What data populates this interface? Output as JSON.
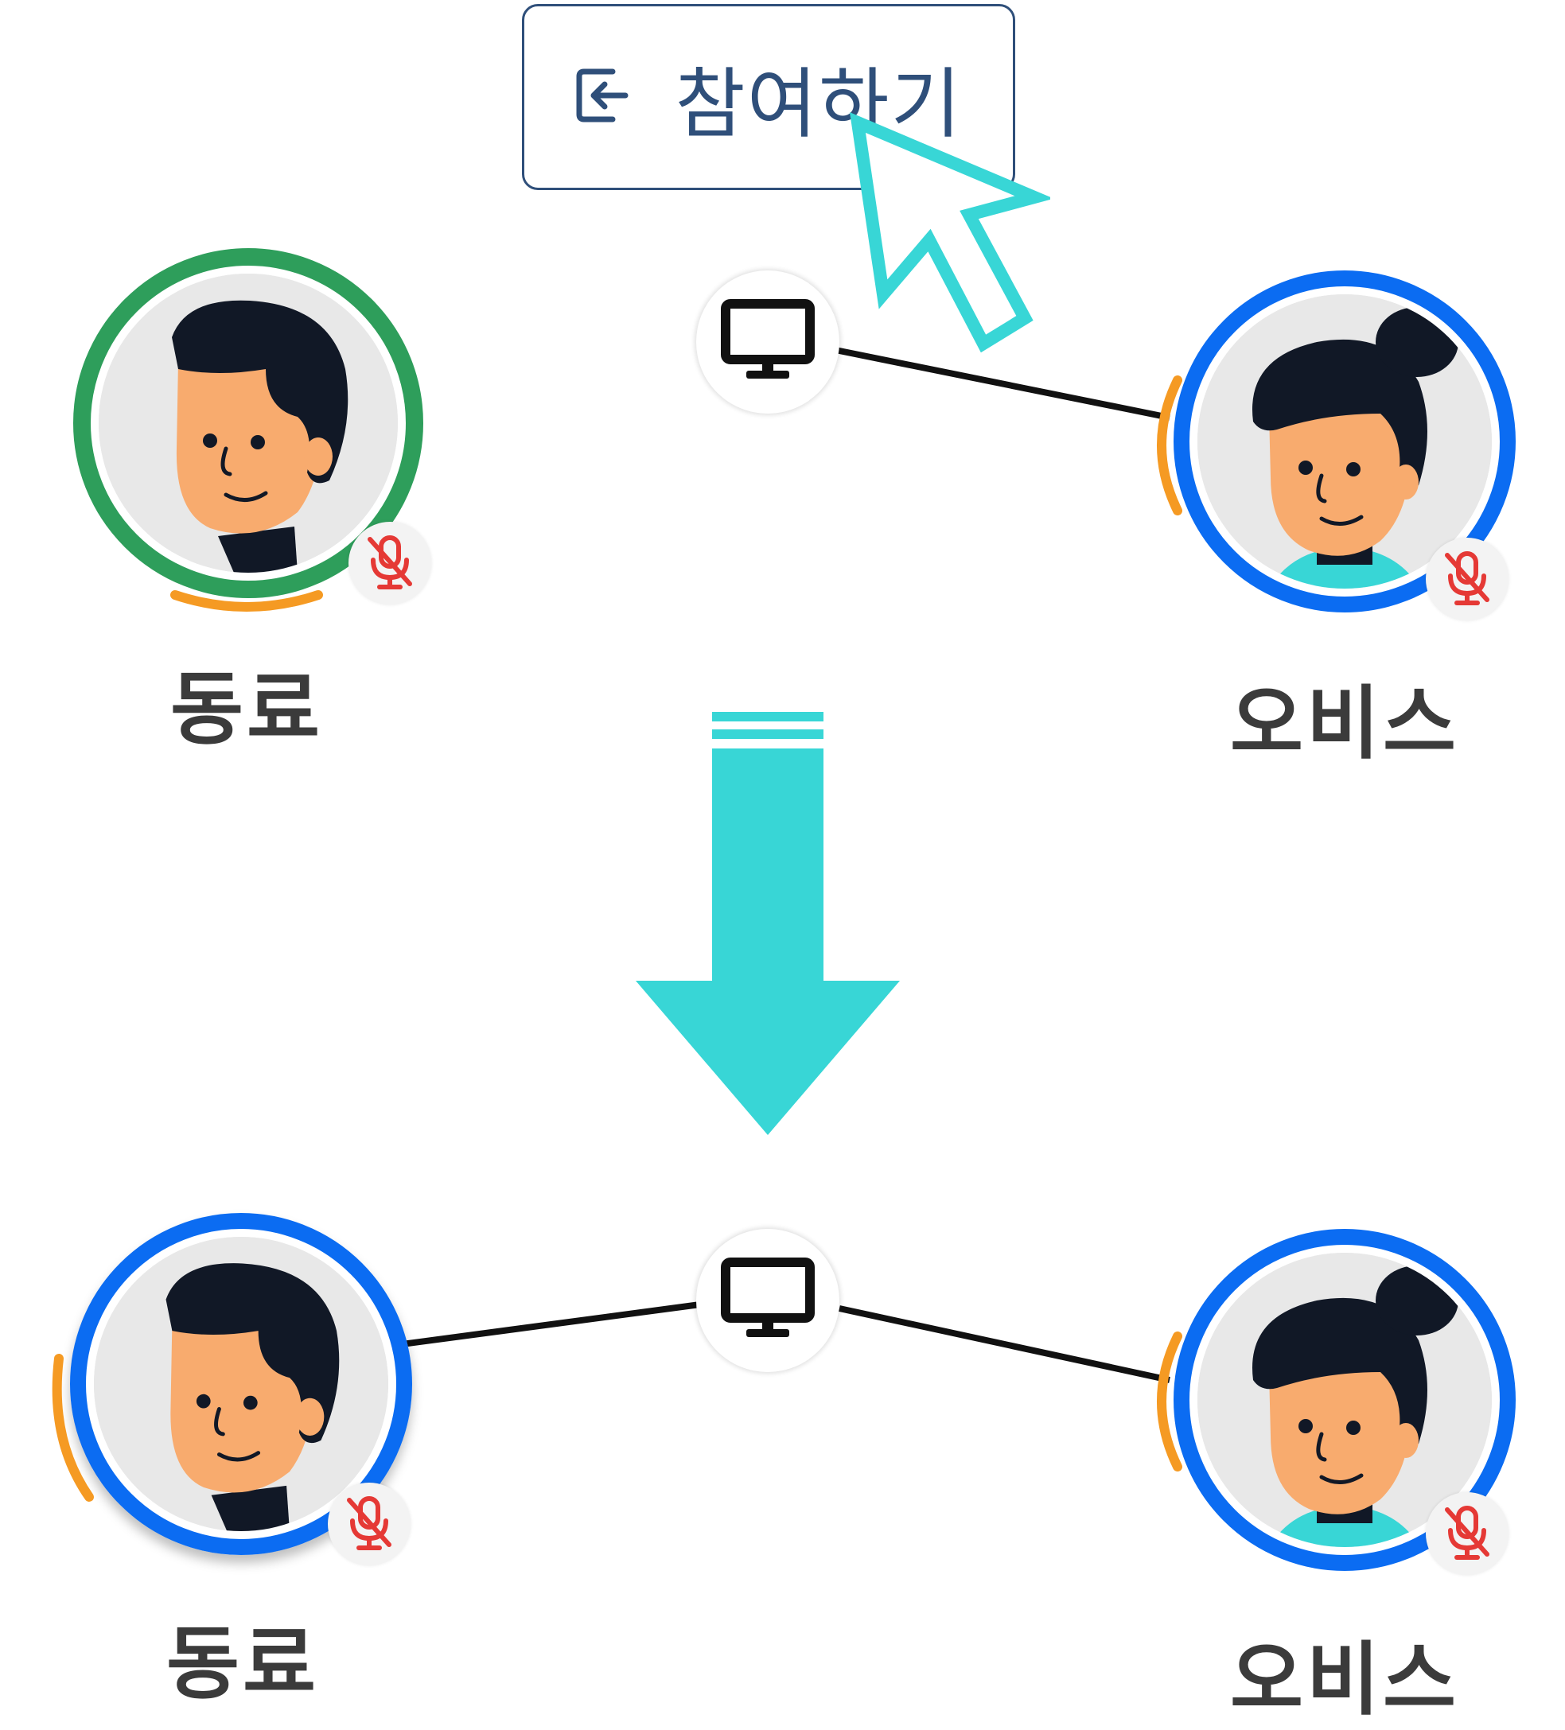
{
  "tooltip": {
    "join_label": "참여하기",
    "icon": "enter-icon"
  },
  "before": {
    "left_user": {
      "name": "동료",
      "ring_color": "#2e9e5b",
      "mic": "muted"
    },
    "right_user": {
      "name": "오비스",
      "ring_color": "#0b6cf2",
      "mic": "muted"
    }
  },
  "after": {
    "left_user": {
      "name": "동료",
      "ring_color": "#0b6cf2",
      "mic": "muted"
    },
    "right_user": {
      "name": "오비스",
      "ring_color": "#0b6cf2",
      "mic": "muted"
    }
  },
  "colors": {
    "accent": "#38d6d6",
    "speaking_arc": "#f59a23",
    "muted_mic": "#e53935",
    "label_text": "#3b3b3b",
    "tooltip_border": "#2f4f7a"
  },
  "icons": {
    "screen": "monitor-icon",
    "mute": "mic-off-icon",
    "pointer": "cursor-arrow-icon",
    "transition": "arrow-down-icon"
  }
}
